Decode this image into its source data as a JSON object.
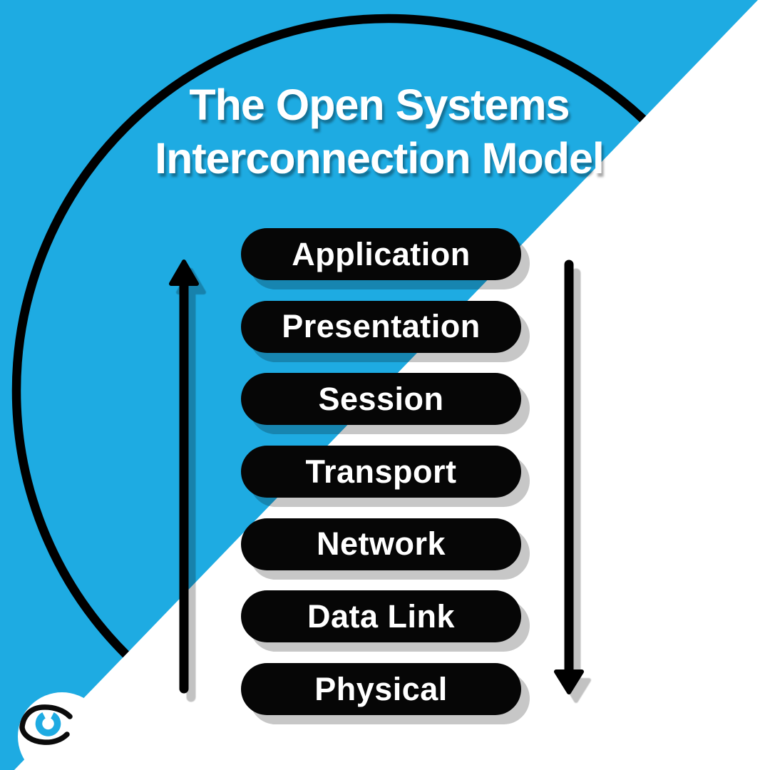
{
  "title": {
    "line1": "The Open Systems",
    "line2": "Interconnection Model"
  },
  "layers": [
    "Application",
    "Presentation",
    "Session",
    "Transport",
    "Network",
    "Data Link",
    "Physical"
  ],
  "arrows": {
    "left": "up-arrow",
    "right": "down-arrow"
  },
  "colors": {
    "accent": "#1EABE2",
    "pill_background": "#060606",
    "text": "#FFFFFF"
  },
  "logo": {
    "icon": "eye-icon"
  }
}
